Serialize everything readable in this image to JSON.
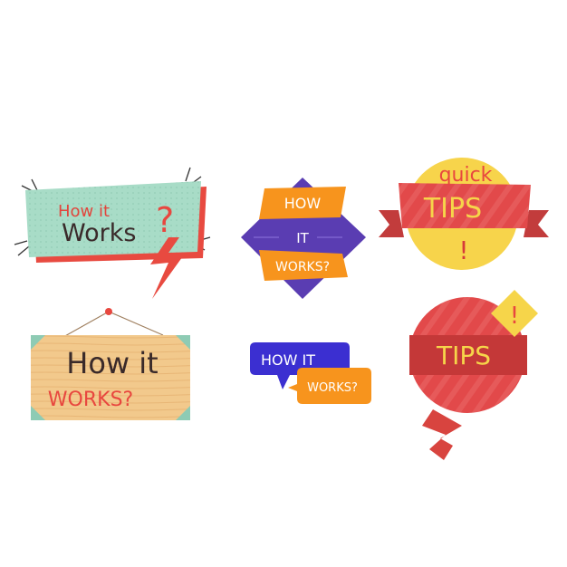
{
  "badges": {
    "b1": {
      "line1": "How it",
      "line2": "Works",
      "mark": "?"
    },
    "b2": {
      "line1": "HOW",
      "line2": "IT",
      "line3": "WORKS?"
    },
    "b3": {
      "line1": "quick",
      "line2": "TIPS",
      "mark": "!"
    },
    "b4": {
      "line1": "How it",
      "line2": "WORKS?"
    },
    "b5": {
      "line1": "HOW IT",
      "line2": "WORKS?"
    },
    "b6": {
      "line1": "TIPS",
      "mark": "!"
    }
  },
  "colors": {
    "teal": "#a7dcc6",
    "red": "#e8473f",
    "orange": "#f7941d",
    "purple": "#5b3fb4",
    "yellow": "#f6d54a",
    "wood": "#f3c98a",
    "blue": "#3b2fd1",
    "dark": "#3a2a2a"
  }
}
